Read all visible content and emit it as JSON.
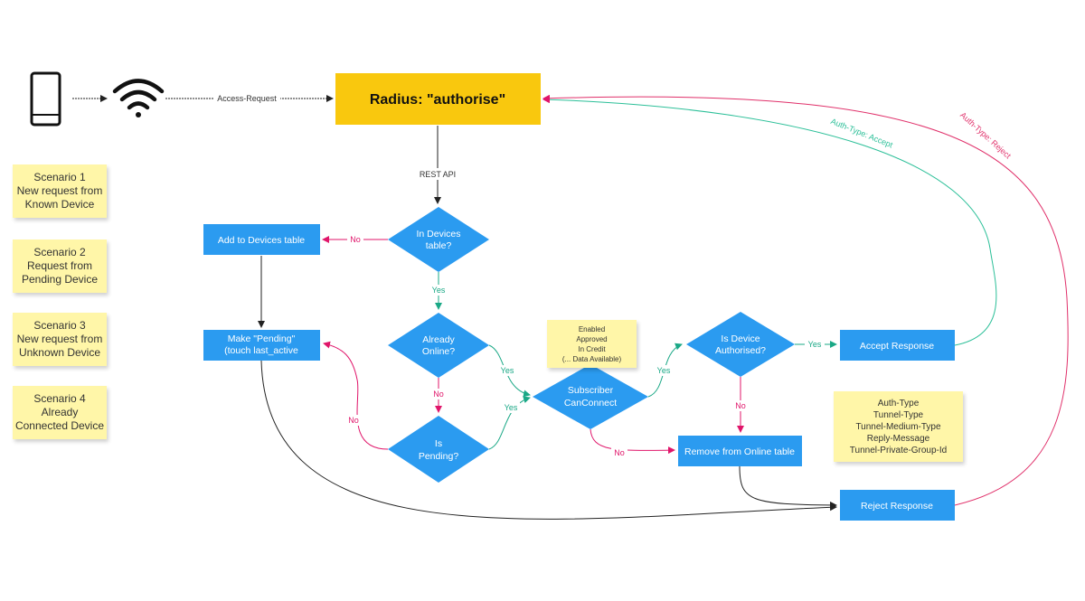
{
  "nodes": {
    "radius": "Radius: \"authorise\"",
    "add_devices": "Add to Devices table",
    "make_pending_line1": "Make \"Pending\"",
    "make_pending_line2": "(touch last_active",
    "in_devices_line1": "In Devices",
    "in_devices_line2": "table?",
    "already_online_line1": "Already",
    "already_online_line2": "Online?",
    "is_pending_line1": "Is",
    "is_pending_line2": "Pending?",
    "subscriber_line1": "Subscriber",
    "subscriber_line2": "CanConnect",
    "is_authorised_line1": "Is Device",
    "is_authorised_line2": "Authorised?",
    "accept": "Accept Response",
    "remove_online": "Remove from Online table",
    "reject": "Reject Response"
  },
  "edges": {
    "access_request": "Access-Request",
    "rest_api": "REST API",
    "no_add": "No",
    "yes_online": "Yes",
    "no_pending": "No",
    "no_back": "No",
    "yes_sub_top": "Yes",
    "yes_sub_bottom": "Yes",
    "yes_auth": "Yes",
    "yes_accept": "Yes",
    "no_remove": "No",
    "no_sub_remove": "No",
    "auth_accept": "Auth-Type: Accept",
    "auth_reject": "Auth-Type: Reject"
  },
  "stickies": {
    "scenarios": [
      [
        "Scenario 1",
        "New request from",
        "Known Device"
      ],
      [
        "Scenario 2",
        "Request from",
        "Pending Device"
      ],
      [
        "Scenario 3",
        "New request from",
        "Unknown Device"
      ],
      [
        "Scenario 4",
        "Already",
        "Connected Device"
      ]
    ],
    "conditions": [
      "Enabled",
      "Approved",
      "In Credit",
      "(... Data Available)"
    ],
    "attributes": [
      "Auth-Type",
      "Tunnel-Type",
      "Tunnel-Medium-Type",
      "Reply-Message",
      "Tunnel-Private-Group-Id"
    ]
  },
  "colors": {
    "process_blue": "#2b9bf0",
    "radius_yellow": "#f9c80e",
    "no_pink": "#e0156a",
    "yes_green": "#1aa886",
    "accept_teal": "#2bbf98",
    "reject_pink": "#e0306a",
    "sticky_yellow": "#fff6a8"
  }
}
